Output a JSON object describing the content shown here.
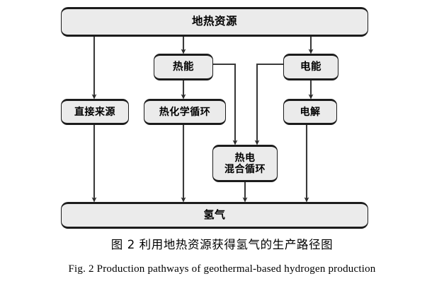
{
  "figure": {
    "caption_cn": "图 2   利用地热资源获得氢气的生产路径图",
    "caption_en": "Fig. 2   Production pathways of geothermal-based hydrogen production",
    "colors": {
      "node_fill": "#ebebeb",
      "node_border": "#1c1c1c",
      "connector": "#3a3a3a",
      "background": "#ffffff"
    }
  },
  "nodes": [
    {
      "id": "geothermal",
      "label": "地热资源"
    },
    {
      "id": "thermal_energy",
      "label": "热能"
    },
    {
      "id": "electric_energy",
      "label": "电能"
    },
    {
      "id": "direct_source",
      "label": "直接来源"
    },
    {
      "id": "thermochemical",
      "label": "热化学循环"
    },
    {
      "id": "electrolysis",
      "label": "电解"
    },
    {
      "id": "hybrid",
      "label": "热电\n混合循环"
    },
    {
      "id": "hydrogen",
      "label": "氢气"
    }
  ],
  "edges": [
    {
      "from": "geothermal",
      "to": "direct_source"
    },
    {
      "from": "geothermal",
      "to": "thermal_energy"
    },
    {
      "from": "geothermal",
      "to": "electric_energy"
    },
    {
      "from": "thermal_energy",
      "to": "thermochemical"
    },
    {
      "from": "thermal_energy",
      "to": "hybrid"
    },
    {
      "from": "electric_energy",
      "to": "electrolysis"
    },
    {
      "from": "electric_energy",
      "to": "hybrid"
    },
    {
      "from": "direct_source",
      "to": "hydrogen"
    },
    {
      "from": "thermochemical",
      "to": "hydrogen"
    },
    {
      "from": "hybrid",
      "to": "hydrogen"
    },
    {
      "from": "electrolysis",
      "to": "hydrogen"
    }
  ]
}
